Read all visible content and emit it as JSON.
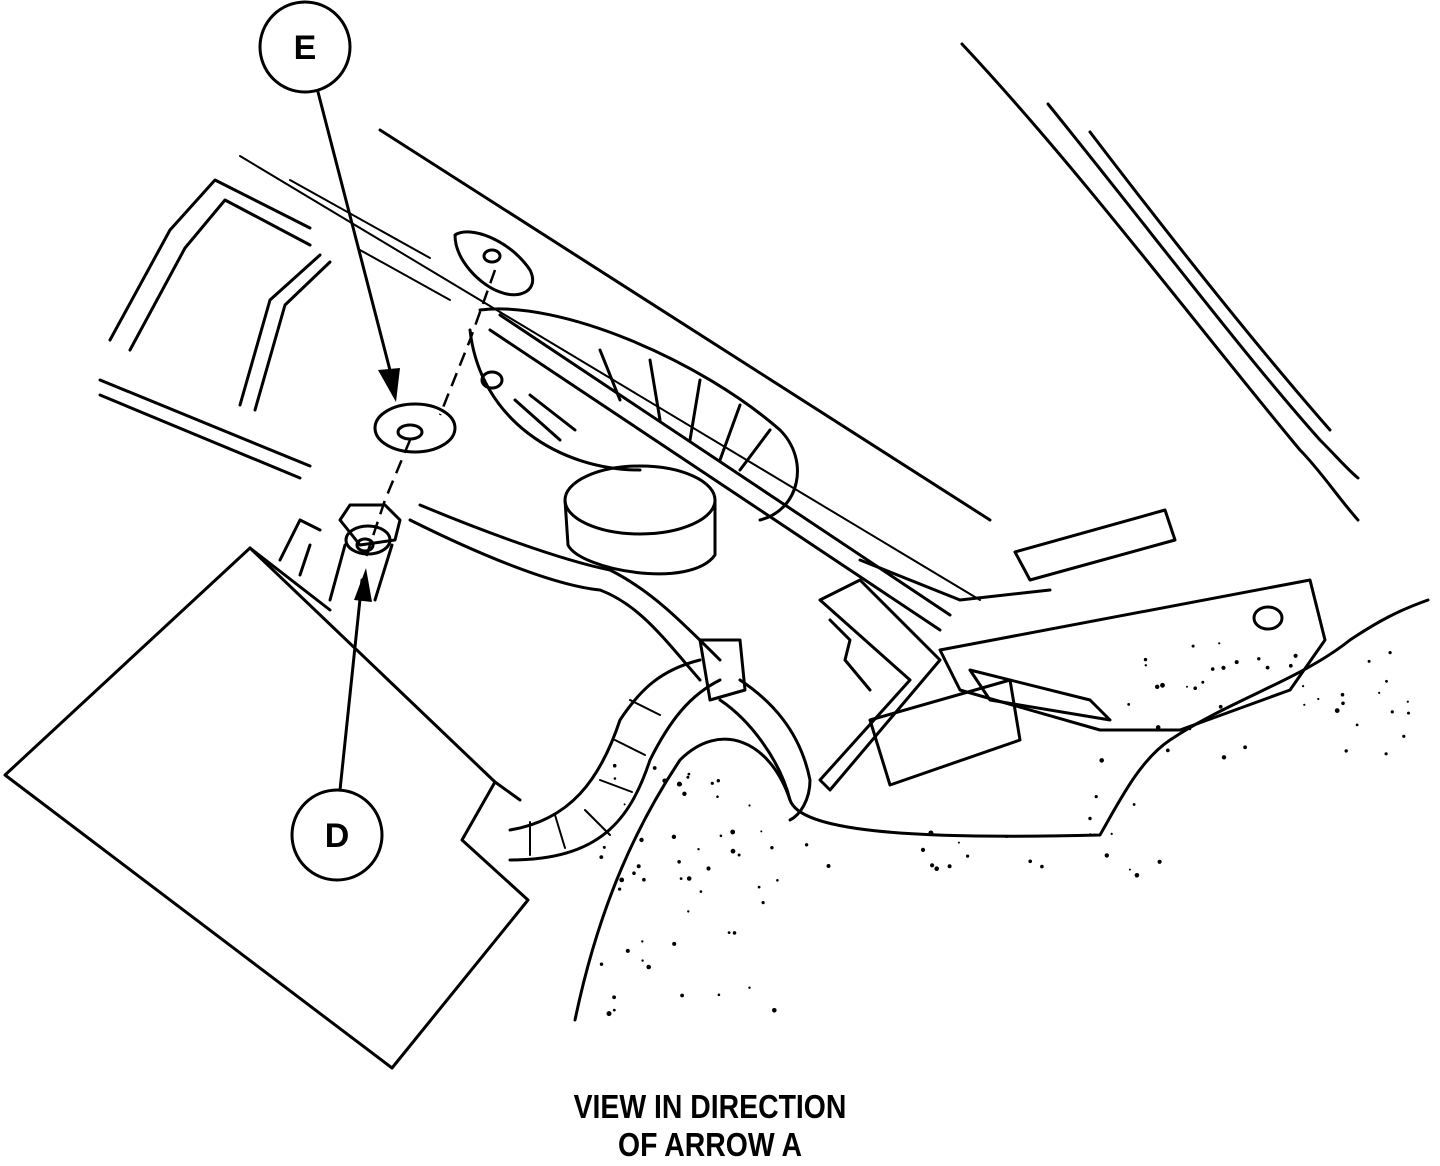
{
  "callouts": {
    "e": "E",
    "d": "D"
  },
  "caption": {
    "line1": "VIEW IN DIRECTION",
    "line2": "OF ARROW A"
  }
}
